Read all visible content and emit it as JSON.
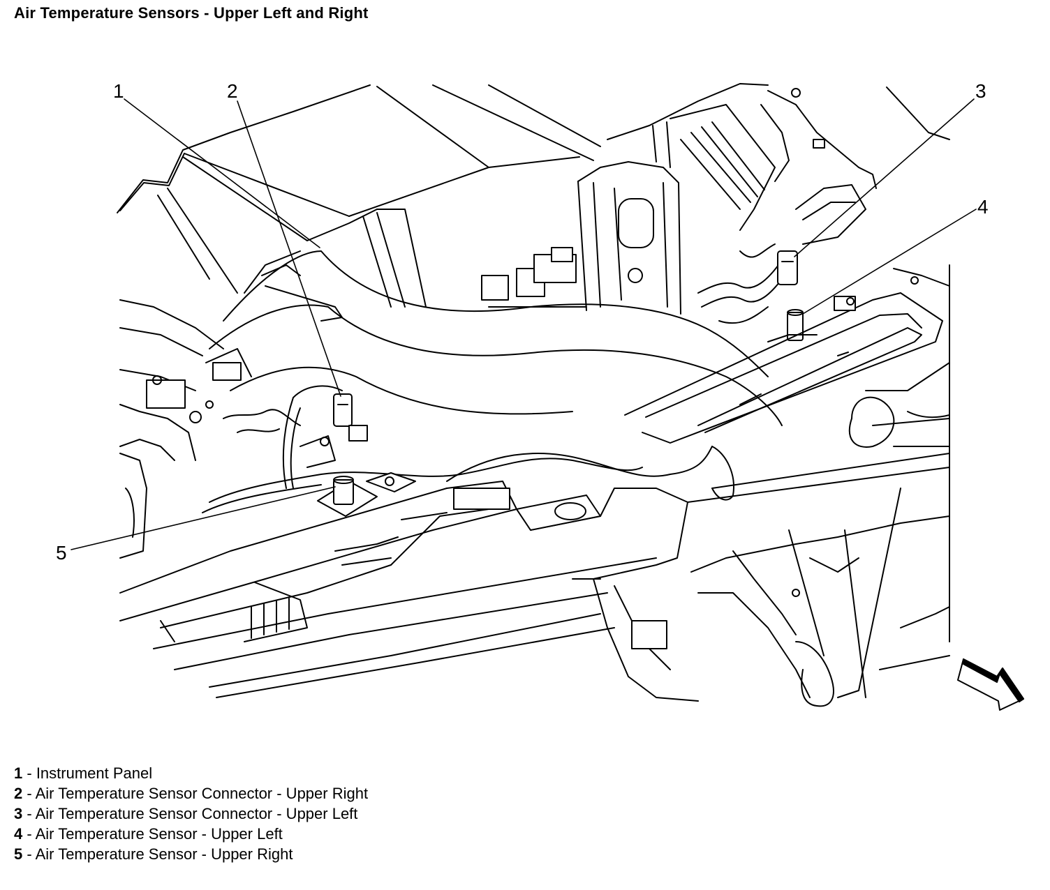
{
  "title": "Air Temperature Sensors - Upper Left and Right",
  "callouts": [
    {
      "num": "1"
    },
    {
      "num": "2"
    },
    {
      "num": "3"
    },
    {
      "num": "4"
    },
    {
      "num": "5"
    }
  ],
  "legend": [
    {
      "num": "1",
      "sep": " - ",
      "text": "Instrument Panel"
    },
    {
      "num": "2",
      "sep": " - ",
      "text": "Air Temperature Sensor Connector - Upper Right"
    },
    {
      "num": "3",
      "sep": " - ",
      "text": "Air Temperature Sensor Connector - Upper Left"
    },
    {
      "num": "4",
      "sep": " - ",
      "text": "Air Temperature Sensor - Upper Left"
    },
    {
      "num": "5",
      "sep": " - ",
      "text": "Air Temperature Sensor - Upper Right"
    }
  ],
  "direction_icon": "forward-arrow-icon"
}
